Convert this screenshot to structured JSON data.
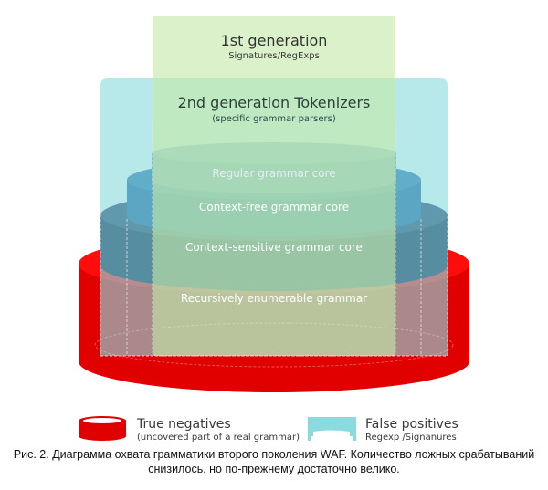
{
  "diagram": {
    "first_generation": {
      "title": "1st generation",
      "subtitle": "Signatures/RegExps",
      "color": "#c3e8a8"
    },
    "second_generation": {
      "title": "2nd generation Tokenizers",
      "subtitle": "(specific grammar parsers)",
      "color": "#8adbdf",
      "overlap_color": "#5fcfa3"
    },
    "layers": [
      {
        "id": "regular",
        "label": "Regular grammar core",
        "side_color": "#5b88b0",
        "top_color": "#7ea3c4"
      },
      {
        "id": "context-free",
        "label": "Context-free grammar core",
        "side_color": "#0d4f96",
        "top_color": "#1e64a8"
      },
      {
        "id": "context-sensitive",
        "label": "Context-sensitive grammar core",
        "side_color": "#020f3d",
        "top_color": "#1b2f5e"
      },
      {
        "id": "recursively-enumerable",
        "label": "Recursively enumerable grammar",
        "side_color": "#e00000",
        "top_color": "#ff0d0d"
      }
    ]
  },
  "legend": {
    "true_negatives": {
      "title": "True negatives",
      "subtitle": "(uncovered part of a real grammar)",
      "color": "#e00000"
    },
    "false_positives": {
      "title": "False positives",
      "subtitle": "Regexp /Signanures",
      "color": "#8adbdf"
    }
  },
  "caption": {
    "line1": "Рис. 2. Диаграмма охвата грамматики второго поколения WAF. Количество ложных срабатываний",
    "line2": "снизилось, но по-прежнему достаточно велико."
  }
}
